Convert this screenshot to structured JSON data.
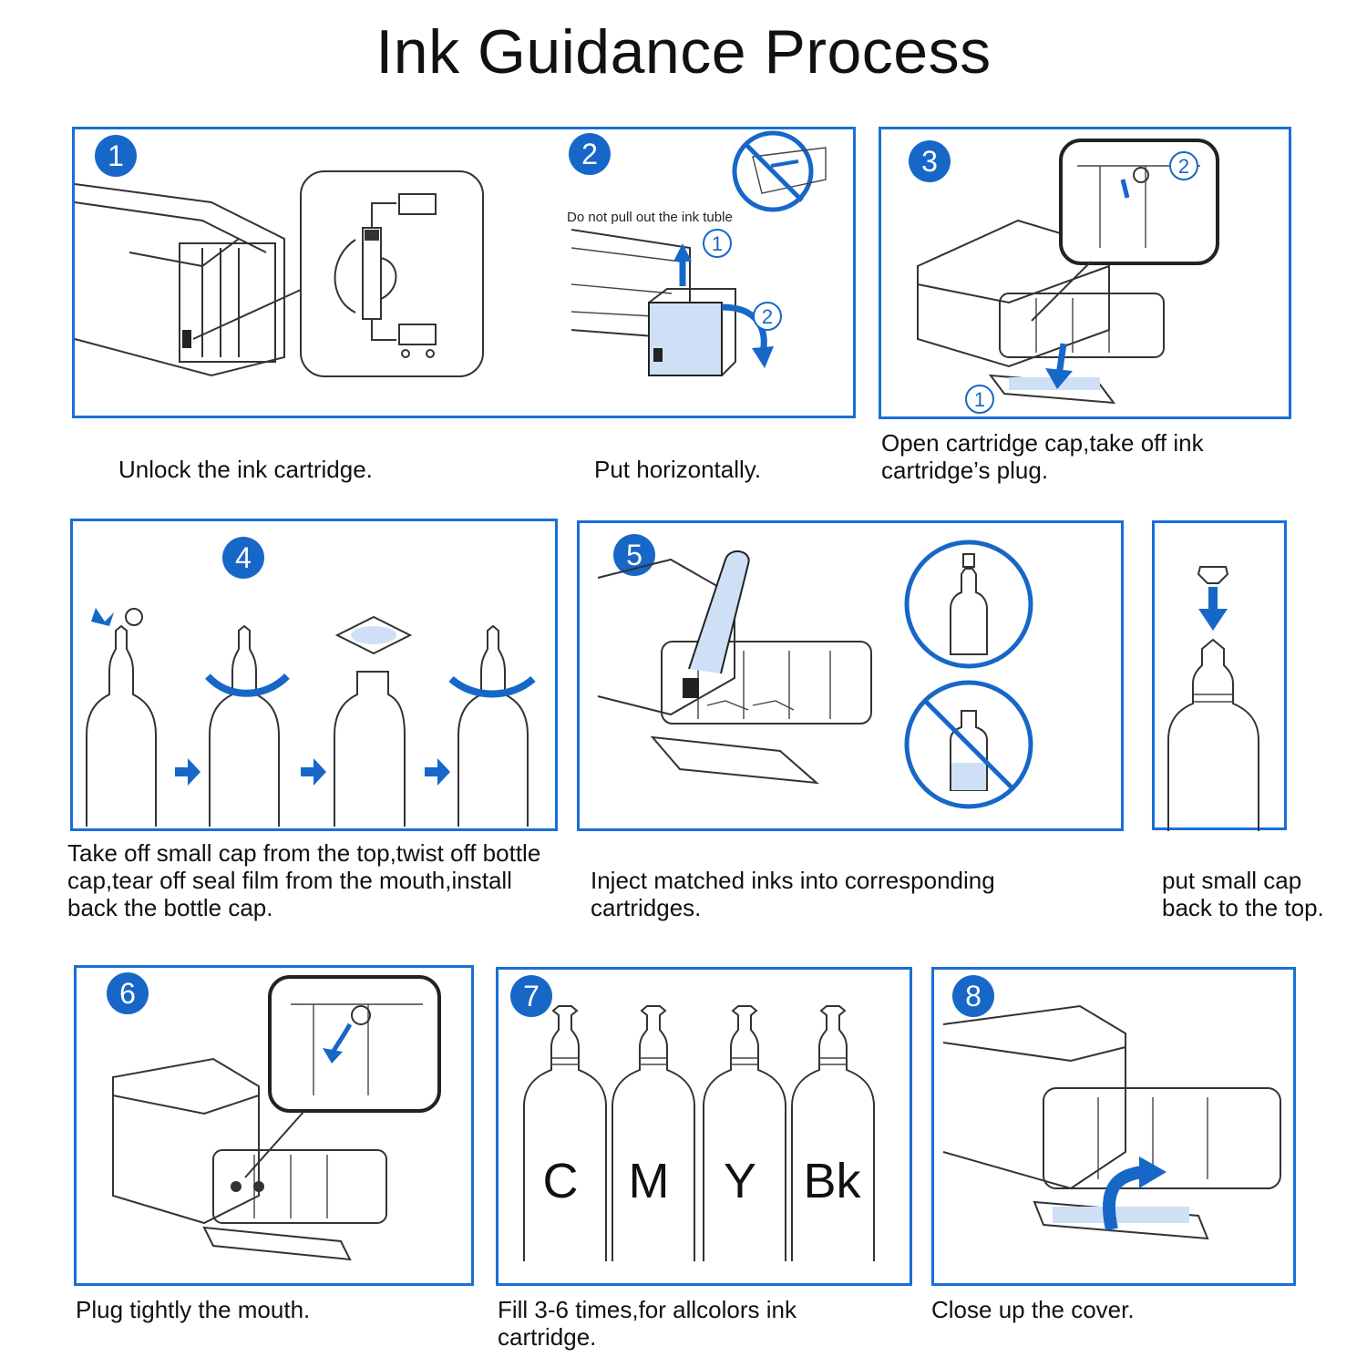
{
  "title": "Ink Guidance Process",
  "steps": [
    {
      "badge": "1",
      "caption": "Unlock the ink cartridge."
    },
    {
      "badge": "2",
      "caption": "Put horizontally.",
      "note": "Do not pull out the ink tuble",
      "sub_markers": [
        "1",
        "2"
      ]
    },
    {
      "badge": "3",
      "caption": "Open cartridge cap,take off ink cartridge’s plug.",
      "sub_markers": [
        "1",
        "2"
      ]
    },
    {
      "badge": "4",
      "caption": "Take off small cap from the top,twist off bottle cap,tear off seal film from the mouth,install back the bottle cap."
    },
    {
      "badge": "5",
      "caption": "Inject matched inks into corresponding cartridges."
    },
    {
      "badge": "",
      "caption": "put small cap back to the top."
    },
    {
      "badge": "6",
      "caption": "Plug tightly the mouth."
    },
    {
      "badge": "7",
      "caption": "Fill 3-6 times,for allcolors ink cartridge.",
      "bottle_labels": [
        "C",
        "M",
        "Y",
        "Bk"
      ]
    },
    {
      "badge": "8",
      "caption": "Close up the cover."
    }
  ],
  "colors": {
    "accent": "#1767c8",
    "border": "#1a6fd6",
    "text": "#111111"
  },
  "icons": [
    "printer-icon",
    "cartridge-icon",
    "no-pull-icon",
    "bottle-icon",
    "arrow-icon",
    "check-icon",
    "prohibited-icon"
  ]
}
